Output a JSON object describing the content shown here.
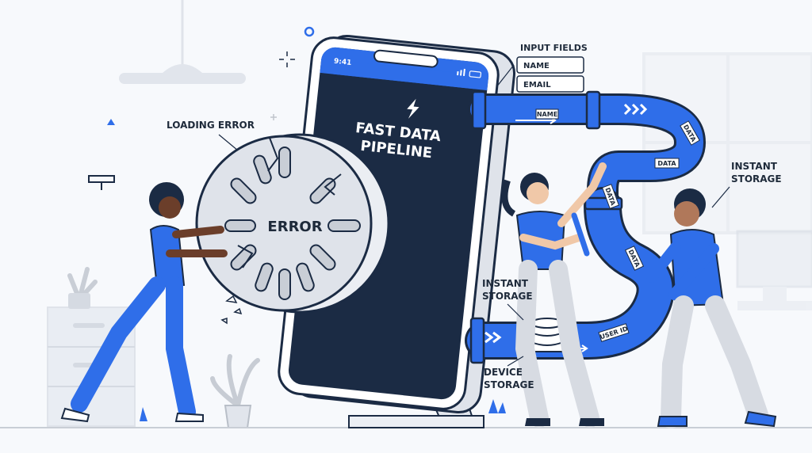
{
  "phone": {
    "time": "9:41",
    "title_line1": "FAST DATA",
    "title_line2": "PIPELINE"
  },
  "loading": {
    "label": "LOADING ERROR",
    "error_text": "ERROR"
  },
  "input_fields": {
    "label": "INPUT FIELDS",
    "field_name": "NAME",
    "field_email": "EMAIL"
  },
  "pipe": {
    "tag_name": "NAME",
    "tag_data_1": "DATA",
    "tag_data_2": "DATA",
    "tag_data_3": "DATA",
    "tag_data_4": "DATA",
    "tag_user_id": "USER ID"
  },
  "labels": {
    "instant_storage_right_1": "INSTANT",
    "instant_storage_right_2": "STORAGE",
    "instant_storage_mid_1": "INSTANT",
    "instant_storage_mid_2": "STORAGE",
    "device_storage_1": "DEVICE",
    "device_storage_2": "STORAGE"
  },
  "colors": {
    "accent_blue": "#2f6ee9",
    "navy": "#1b2b44",
    "background": "#f7f9fc",
    "grey": "#d7dbe2"
  }
}
